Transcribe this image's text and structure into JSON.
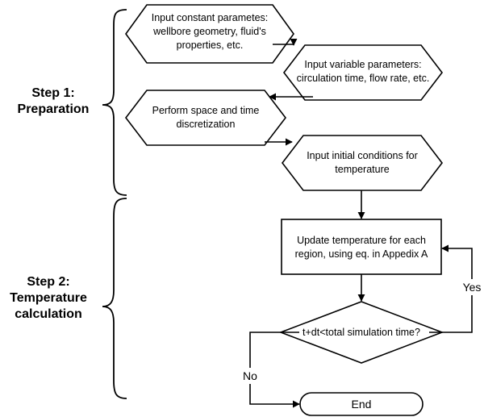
{
  "steps": {
    "step1": {
      "line1": "Step 1:",
      "line2": "Preparation"
    },
    "step2": {
      "line1": "Step 2:",
      "line2": "Temperature",
      "line3": "calculation"
    }
  },
  "nodes": {
    "constant_params": {
      "line1": "Input  constant parametes:",
      "line2": "wellbore geometry, fluid's",
      "line3": "properties, etc."
    },
    "variable_params": {
      "line1": "Input  variable parameters:",
      "line2": "circulation time, flow rate, etc."
    },
    "discretization": {
      "line1": "Perform space and time",
      "line2": "discretization"
    },
    "initial_conditions": {
      "line1": "Input initial conditions for",
      "line2": "temperature"
    },
    "update_temperature": {
      "line1": "Update temperature for each",
      "line2": "region, using eq. in Appedix A"
    },
    "decision": {
      "line1": "t+dt<total simulation time?"
    },
    "end": {
      "label": "End"
    }
  },
  "edges": {
    "yes_label": "Yes",
    "no_label": "No"
  }
}
